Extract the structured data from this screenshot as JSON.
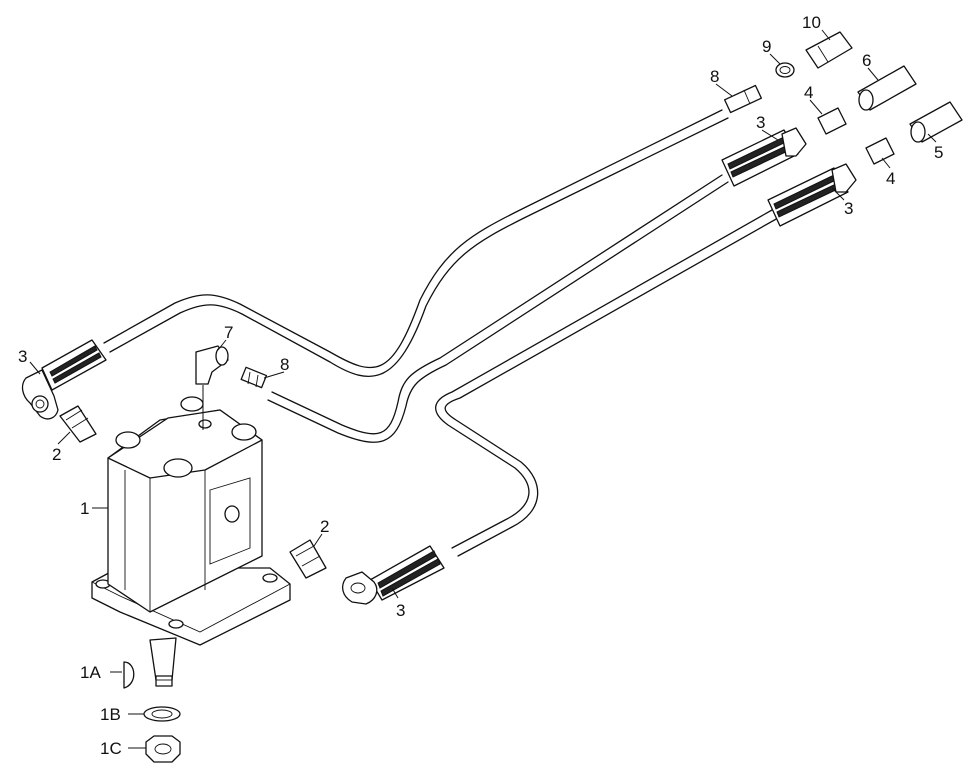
{
  "diagram": {
    "callouts": [
      {
        "id": "c1",
        "label": "1"
      },
      {
        "id": "c1a",
        "label": "1A"
      },
      {
        "id": "c1b",
        "label": "1B"
      },
      {
        "id": "c1c",
        "label": "1C"
      },
      {
        "id": "c2a",
        "label": "2"
      },
      {
        "id": "c2b",
        "label": "2"
      },
      {
        "id": "c3a",
        "label": "3"
      },
      {
        "id": "c3b",
        "label": "3"
      },
      {
        "id": "c3c",
        "label": "3"
      },
      {
        "id": "c3d",
        "label": "3"
      },
      {
        "id": "c4a",
        "label": "4"
      },
      {
        "id": "c4b",
        "label": "4"
      },
      {
        "id": "c5",
        "label": "5"
      },
      {
        "id": "c6",
        "label": "6"
      },
      {
        "id": "c7",
        "label": "7"
      },
      {
        "id": "c8a",
        "label": "8"
      },
      {
        "id": "c8b",
        "label": "8"
      },
      {
        "id": "c9",
        "label": "9"
      },
      {
        "id": "c10",
        "label": "10"
      }
    ]
  }
}
